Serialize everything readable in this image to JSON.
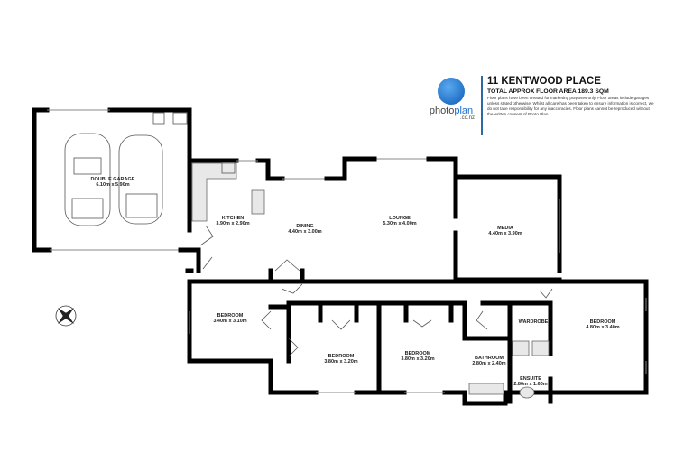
{
  "header": {
    "title": "11 KENTWOOD PLACE",
    "subtitle": "TOTAL APPROX FLOOR AREA 189.3 SQM",
    "disclaimer": "Floor plans have been created for marketing purposes only. Floor areas include garages unless stated otherwise. Whilst all care has been taken to ensure information is correct, we do not take responsibility for any inaccuracies. Floor plans cannot be reproduced without the written consent of Photo Plan."
  },
  "logo": {
    "word_a": "photo",
    "word_b": "plan",
    "domain": ".co.nz",
    "accent": "#1a6fd0"
  },
  "rooms": [
    {
      "name": "DOUBLE GARAGE",
      "size": "6.10m  x 5.90m"
    },
    {
      "name": "KITCHEN",
      "size": "3.90m  x 2.90m"
    },
    {
      "name": "DINING",
      "size": "4.40m  x 3.00m"
    },
    {
      "name": "LOUNGE",
      "size": "5.30m  x 4.00m"
    },
    {
      "name": "MEDIA",
      "size": "4.40m  x 3.90m"
    },
    {
      "name": "BEDROOM",
      "size": "3.40m  x 3.10m"
    },
    {
      "name": "BEDROOM",
      "size": "3.80m  x 3.20m"
    },
    {
      "name": "BEDROOM",
      "size": "3.80m  x 3.20m"
    },
    {
      "name": "BATHROOM",
      "size": "2.80m  x 2.40m"
    },
    {
      "name": "ENSUITE",
      "size": "2.80m  x 1.60m"
    },
    {
      "name": "WARDROBE",
      "size": ""
    },
    {
      "name": "BEDROOM",
      "size": "4.80m  x 3.40m"
    }
  ],
  "compass_icon": "compass-rose-icon"
}
